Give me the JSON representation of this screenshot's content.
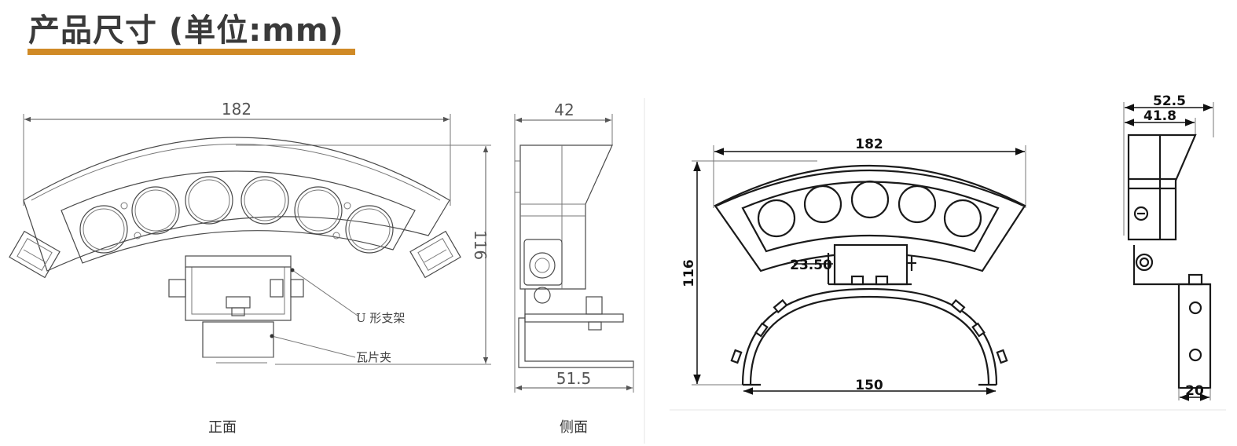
{
  "header": {
    "title": "产品尺寸 (单位:mm)",
    "accent_color": "#d08a26"
  },
  "front_view": {
    "caption": "正面",
    "width_dim": "182",
    "height_dim": "116",
    "callout_bracket": "U 形支架",
    "callout_clip": "瓦片夹"
  },
  "side_view": {
    "caption": "侧面",
    "top_dim": "42",
    "bottom_dim": "51.5"
  },
  "right_front": {
    "width_dim": "182",
    "height_dim": "116",
    "bracket_dim": "23.50",
    "base_dim": "150"
  },
  "right_side": {
    "dim_outer": "52.5",
    "dim_inner": "41.8",
    "dim_bottom": "20"
  }
}
